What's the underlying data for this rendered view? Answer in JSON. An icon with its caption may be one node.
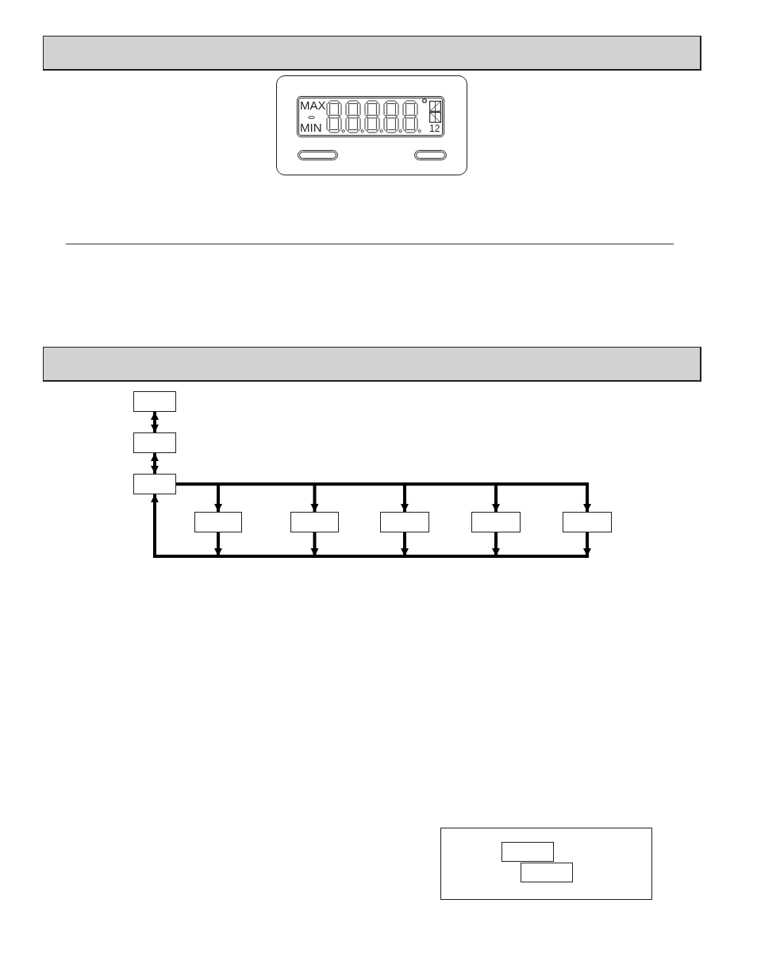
{
  "diagram": {
    "nodes": [
      {
        "text": [],
        "shape": "box"
      },
      {
        "text": [],
        "shape": "box"
      },
      {
        "text": [],
        "shape": "box"
      },
      {
        "text": [],
        "shape": "box"
      },
      {
        "text": [],
        "shape": "box"
      },
      {
        "text": [],
        "shape": "box"
      },
      {
        "text": [],
        "shape": "box"
      },
      {
        "text": [],
        "shape": "box"
      },
      {
        "text": [],
        "shape": "box"
      },
      {
        "text": [],
        "shape": "box",
        "in": 8
      },
      {
        "text": [],
        "shape": "box",
        "in": 8
      }
    ],
    "edges": [
      {
        "from": 0,
        "to": 1,
        "arrow": "both"
      },
      {
        "from": 1,
        "to": 2,
        "arrow": "both"
      },
      {
        "from": 2,
        "to": 3,
        "arrow": "to"
      },
      {
        "from": 2,
        "to": 4,
        "arrow": "to"
      },
      {
        "from": 2,
        "to": 5,
        "arrow": "to"
      },
      {
        "from": 2,
        "to": 6,
        "arrow": "to"
      },
      {
        "from": 2,
        "to": 7,
        "arrow": "to"
      },
      {
        "from": 3,
        "to": 2,
        "arrow": "to"
      },
      {
        "from": 4,
        "to": 2,
        "arrow": "to"
      },
      {
        "from": 5,
        "to": 2,
        "arrow": "to"
      },
      {
        "from": 6,
        "to": 2,
        "arrow": "to"
      },
      {
        "from": 7,
        "to": 2,
        "arrow": "to"
      }
    ],
    "labels": [
      "MAX",
      "MIN",
      "12"
    ]
  }
}
